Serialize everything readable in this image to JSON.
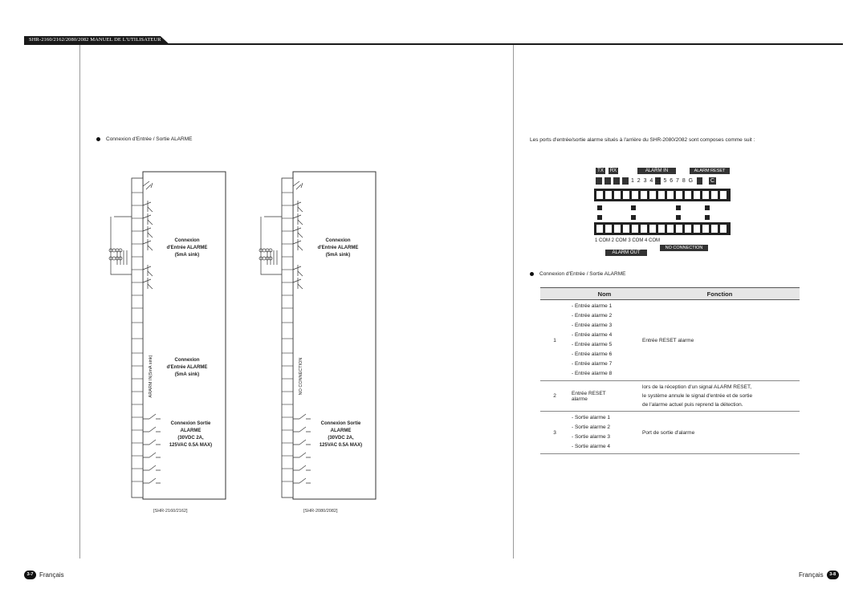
{
  "header": {
    "title": "SHR-2160/2162/2080/2082 MANUEL DE L'UTILISATEUR"
  },
  "left": {
    "section_bullet": "Connexion d'Entrée / Sortie ALARME",
    "diagram_2160": {
      "connexion_title": "Connexion",
      "entree_label": "d'Entrée ALARME",
      "sink_label": "(5mA sink)",
      "connexion_title_2": "Connexion",
      "entree_label_2": "d'Entrée ALARME",
      "sink_label_2": "(5mA sink)",
      "side_text": "ARARM IN(5mA sink)",
      "sortie_title": "Connexion Sortie",
      "sortie_alarme": "ALARME",
      "sortie_rating": "(30VDC 2A,",
      "sortie_rating2": "125VAC 0.5A MAX)",
      "caption": "[SHR-2160/2162]"
    },
    "diagram_2080": {
      "connexion_title": "Connexion",
      "entree_label": "d'Entrée ALARME",
      "sink_label": "(5mA sink)",
      "side_text": "NO CONNECTION",
      "sortie_title": "Connexion Sortie",
      "sortie_alarme": "ALARME",
      "sortie_rating": "(30VDC 2A,",
      "sortie_rating2": "125VAC 0.5A MAX)",
      "caption": "[SHR-2080/2082]"
    },
    "footer": {
      "page_badge": "3-7",
      "lang": "Français"
    }
  },
  "right": {
    "intro": "Les ports d'entrée/sortie alarme situés à l'arrière du SHR-2080/2082 sont composes comme suit :",
    "panel": {
      "tx": "TX",
      "rx": "RX",
      "alarm_in": "ALARM IN",
      "alarm_reset": "ALARM RESET",
      "top_numbers": "1  2  3  4  G  5  6  7  8  G",
      "g_label": "G",
      "c_label": "C",
      "bottom_labels": "1 COM 2 COM 3 COM 4 COM",
      "alarm_out": "ALARM OUT",
      "no_connection": "NO CONNECTION"
    },
    "section_bullet": "Connexion d'Entrée / Sortie ALARME",
    "table": {
      "headers": [
        "Nom",
        "Fonction"
      ],
      "rows": [
        {
          "num": "1",
          "nom": [
            "- Entrée alarme 1",
            "- Entrée alarme 2",
            "- Entrée alarme 3",
            "- Entrée alarme 4",
            "- Entrée alarme 5",
            "- Entrée alarme 6",
            "- Entrée alarme 7",
            "- Entrée alarme 8"
          ],
          "fonction": [
            "Entrée RESET alarme"
          ]
        },
        {
          "num": "2",
          "nom": [
            "Entrée RESET",
            "alarme"
          ],
          "fonction": [
            "lors de la réception d'un signal ALARM RESET,",
            "le système annule le signal d'entrée et de sortie",
            "de l'alarme actuel puis reprend la détection."
          ]
        },
        {
          "num": "3",
          "nom": [
            "- Sortie alarme 1",
            "- Sortie alarme 2",
            "- Sortie alarme 3",
            "- Sortie alarme 4"
          ],
          "fonction": [
            "Port de sortie d'alarme"
          ]
        }
      ]
    },
    "footer": {
      "lang": "Français",
      "page_badge": "3-8"
    }
  }
}
